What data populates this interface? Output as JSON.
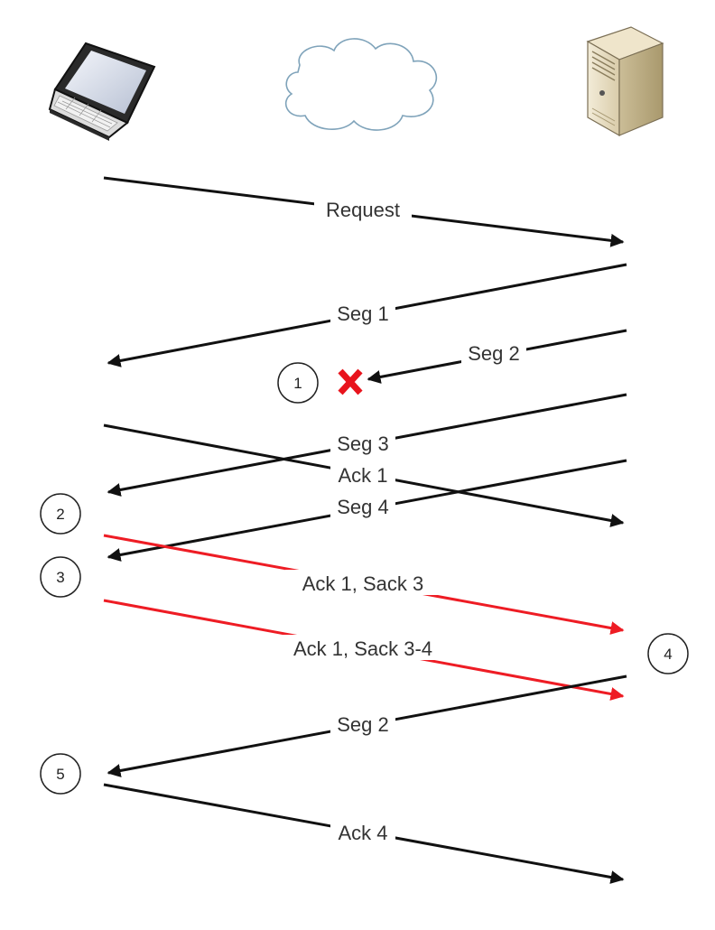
{
  "colors": {
    "normal": "#111111",
    "highlight": "#ee1c24",
    "label": "#333333",
    "loss_mark": "#e8141d"
  },
  "icons": {
    "client": "laptop-icon",
    "network": "cloud-icon",
    "server": "server-tower-icon",
    "loss": "x-mark-icon"
  },
  "messages": [
    {
      "id": "request",
      "label": "Request",
      "direction": "client-to-server",
      "style": "normal"
    },
    {
      "id": "seg1",
      "label": "Seg 1",
      "direction": "server-to-client",
      "style": "normal"
    },
    {
      "id": "seg2",
      "label": "Seg 2",
      "direction": "server-to-client",
      "style": "normal",
      "lost": true
    },
    {
      "id": "seg3",
      "label": "Seg 3",
      "direction": "server-to-client",
      "style": "normal"
    },
    {
      "id": "ack1",
      "label": "Ack 1",
      "direction": "client-to-server",
      "style": "normal"
    },
    {
      "id": "seg4",
      "label": "Seg 4",
      "direction": "server-to-client",
      "style": "normal"
    },
    {
      "id": "ack1sack3",
      "label": "Ack 1, Sack 3",
      "direction": "client-to-server",
      "style": "highlight"
    },
    {
      "id": "ack1sack34",
      "label": "Ack 1, Sack 3-4",
      "direction": "client-to-server",
      "style": "highlight"
    },
    {
      "id": "seg2retx",
      "label": "Seg 2",
      "direction": "server-to-client",
      "style": "normal"
    },
    {
      "id": "ack4",
      "label": "Ack 4",
      "direction": "client-to-server",
      "style": "normal"
    }
  ],
  "steps": [
    "1",
    "2",
    "3",
    "4",
    "5"
  ]
}
